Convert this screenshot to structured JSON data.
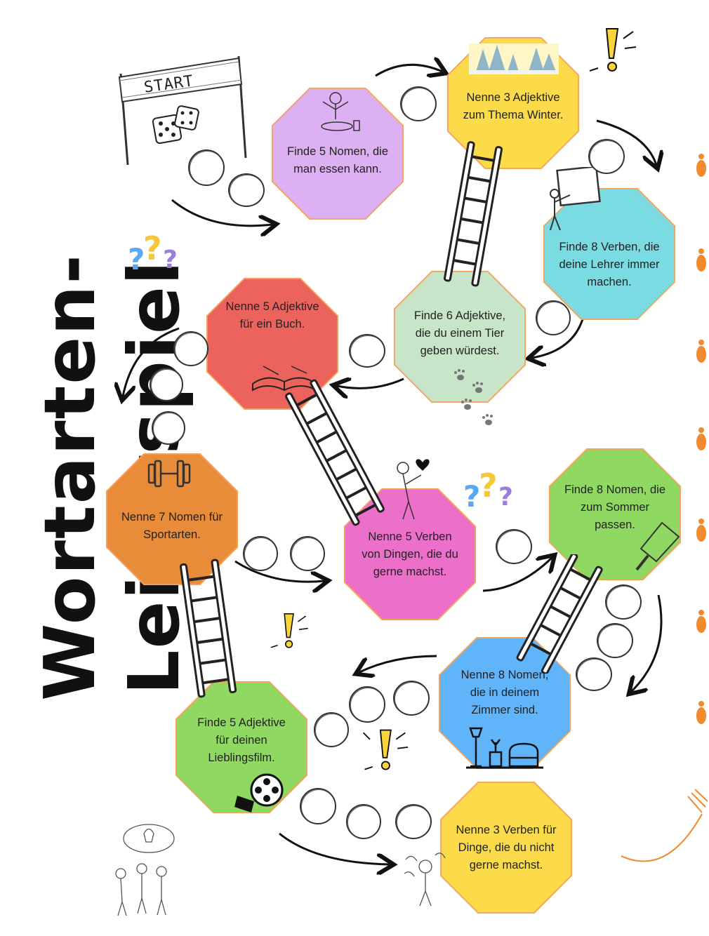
{
  "title": "Wortarten-Leiterspiel",
  "start_label": "START",
  "colors": {
    "purple": "#dcb0f3",
    "yellow": "#fcdb4b",
    "cyan": "#7adbe2",
    "mint": "#c7e5c8",
    "red": "#ec635d",
    "orange": "#e98c39",
    "pink": "#ec6fc9",
    "green": "#8fd861",
    "blue": "#5fb4fa",
    "ladder": "#ffffff",
    "footprint": "#f08a2c"
  },
  "fields": [
    {
      "id": "f1",
      "text": "Finde 5 Nomen, die man essen kann.",
      "color": "purple",
      "icon": "diner-icon"
    },
    {
      "id": "f2",
      "text": "Nenne 3 Adjektive zum Thema Winter.",
      "color": "yellow",
      "icon": "winter-forest-icon"
    },
    {
      "id": "f3",
      "text": "Finde 8 Verben, die deine Lehrer immer machen.",
      "color": "cyan",
      "icon": "teacher-board-icon"
    },
    {
      "id": "f4",
      "text": "Finde  6 Adjektive, die du einem Tier geben würdest.",
      "color": "mint",
      "icon": "paw-prints-icon"
    },
    {
      "id": "f5",
      "text": "Nenne 5 Adjektive für ein Buch.",
      "color": "red",
      "icon": "book-icon"
    },
    {
      "id": "f6",
      "text": "Nenne 7 Nomen für Sportarten.",
      "color": "orange",
      "icon": "dumbbell-icon"
    },
    {
      "id": "f7",
      "text": "Nenne 5 Verben von Dingen, die du gerne machst.",
      "color": "pink",
      "icon": "heart-figure-icon"
    },
    {
      "id": "f8",
      "text": "Finde 8 Nomen, die zum Sommer passen.",
      "color": "green",
      "icon": "popsicle-icon"
    },
    {
      "id": "f9",
      "text": "Nenne  8 Nomen, die in deinem Zimmer sind.",
      "color": "blue",
      "icon": "room-furniture-icon"
    },
    {
      "id": "f10",
      "text": "Finde 5 Adjektive für deinen Lieblingsfilm.",
      "color": "green",
      "icon": "film-reel-icon"
    },
    {
      "id": "f11",
      "text": "Nenne 3 Verben für Dinge, die du nicht gerne machst.",
      "color": "yellow",
      "icon": "angry-figure-icon"
    }
  ],
  "decorations": [
    "dice-icon",
    "start-banner-icon",
    "question-marks-icon",
    "exclamation-icon",
    "lightbulb-group-icon",
    "footprints-icon",
    "ladder-icon",
    "arrow-icon"
  ]
}
